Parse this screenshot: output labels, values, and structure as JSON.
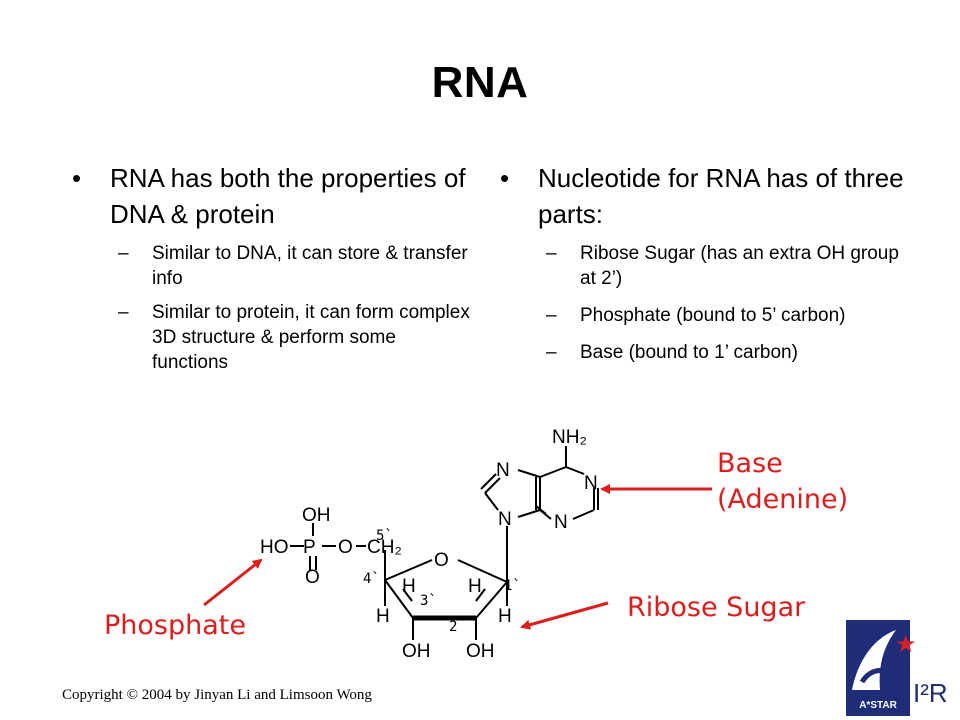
{
  "slide": {
    "title": "RNA",
    "left_column": {
      "bullet": "RNA has both the properties of DNA & protein",
      "subs": [
        "Similar to DNA, it can store & transfer info",
        "Similar to protein, it can form complex 3D structure & perform some functions"
      ]
    },
    "right_column": {
      "bullet": "Nucleotide for RNA has of three parts:",
      "subs": [
        "Ribose Sugar (has an extra OH group at 2’)",
        "Phosphate (bound to 5’ carbon)",
        "Base (bound to 1’ carbon)"
      ]
    },
    "bullet_glyph": "•",
    "dash_glyph": "–",
    "copyright": "Copyright © 2004 by Jinyan Li and Limsoon Wong"
  },
  "diagram": {
    "labels": {
      "base_line1": "Base",
      "base_line2": "(Adenine)",
      "ribose": "Ribose Sugar",
      "phosphate": "Phosphate"
    },
    "atoms": {
      "nh2": "NH₂",
      "n": "N",
      "o": "O",
      "p": "P",
      "h": "H",
      "oh": "OH",
      "ho": "HO",
      "ch2": "CH₂"
    },
    "carbon_numbers": [
      "5`",
      "4`",
      "3`",
      "2",
      "1`"
    ],
    "label_color": "#dd1c1c"
  },
  "logo": {
    "text_astar": "A*STAR",
    "text_i2r": "I²R",
    "colors": {
      "navy": "#1f2d78",
      "red": "#d4202a"
    }
  }
}
